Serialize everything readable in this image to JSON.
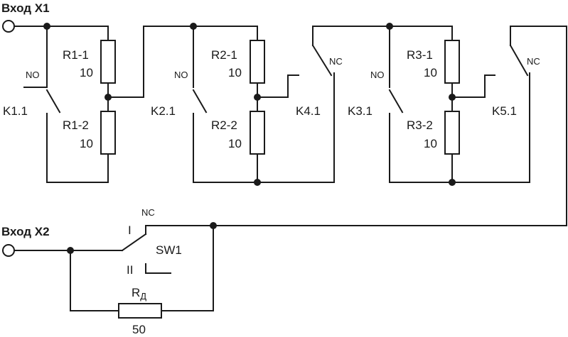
{
  "inputs": {
    "x1": "Вход X1",
    "x2": "Вход X2"
  },
  "resistors": [
    {
      "name": "R1-1",
      "value": "10"
    },
    {
      "name": "R1-2",
      "value": "10"
    },
    {
      "name": "R2-1",
      "value": "10"
    },
    {
      "name": "R2-2",
      "value": "10"
    },
    {
      "name": "R3-1",
      "value": "10"
    },
    {
      "name": "R3-2",
      "value": "10"
    },
    {
      "name_main": "R",
      "name_sub": "Д",
      "value": "50"
    }
  ],
  "switches": {
    "k1_1": {
      "name": "K1.1",
      "type": "NO"
    },
    "k2_1": {
      "name": "K2.1",
      "type": "NO"
    },
    "k3_1": {
      "name": "K3.1",
      "type": "NO"
    },
    "k4_1": {
      "name": "K4.1",
      "type": "NC"
    },
    "k5_1": {
      "name": "K5.1",
      "type": "NC"
    },
    "sw1": {
      "name": "SW1",
      "type": "NC",
      "pos1": "I",
      "pos2": "II"
    }
  }
}
